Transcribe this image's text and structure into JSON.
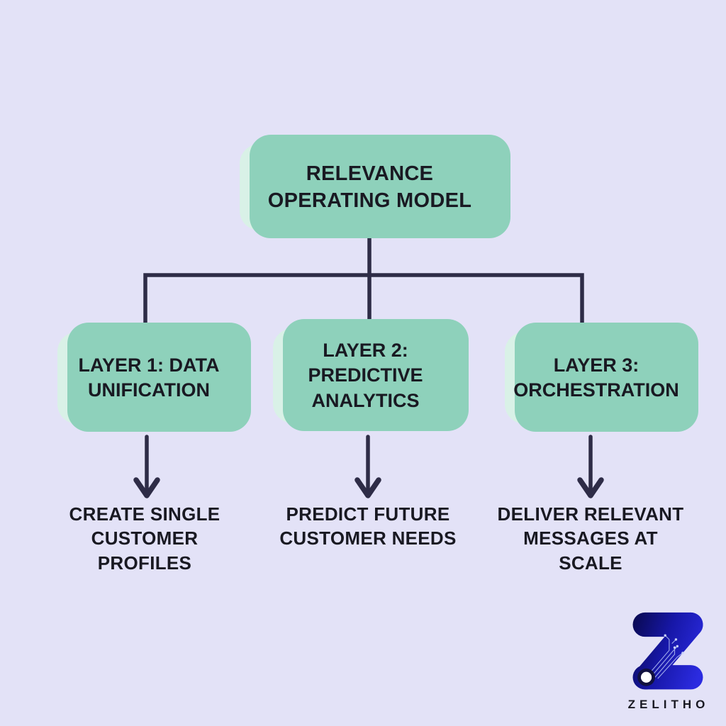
{
  "theme": {
    "bg": "#e3e2f7",
    "box-fill": "#d9f1e7",
    "box-shadow": "#8ed1bb",
    "line": "#2e2c47",
    "text": "#191922",
    "logo-dark": "#09094e",
    "logo-mid": "#1717a8",
    "logo-bright": "#2b2be0"
  },
  "diagram": {
    "root": {
      "title": "RELEVANCE OPERATING MODEL"
    },
    "layers": [
      {
        "title": "LAYER 1: DATA UNIFICATION",
        "outcome": "CREATE SINGLE CUSTOMER PROFILES"
      },
      {
        "title": "LAYER 2: PREDICTIVE ANALYTICS",
        "outcome": "PREDICT FUTURE CUSTOMER NEEDS"
      },
      {
        "title": "LAYER 3: ORCHESTRATION",
        "outcome": "DELIVER RELEVANT MESSAGES AT SCALE"
      }
    ]
  },
  "branding": {
    "wordmark": "ZELITHO",
    "logo_icon": "z-circuit-logo"
  }
}
